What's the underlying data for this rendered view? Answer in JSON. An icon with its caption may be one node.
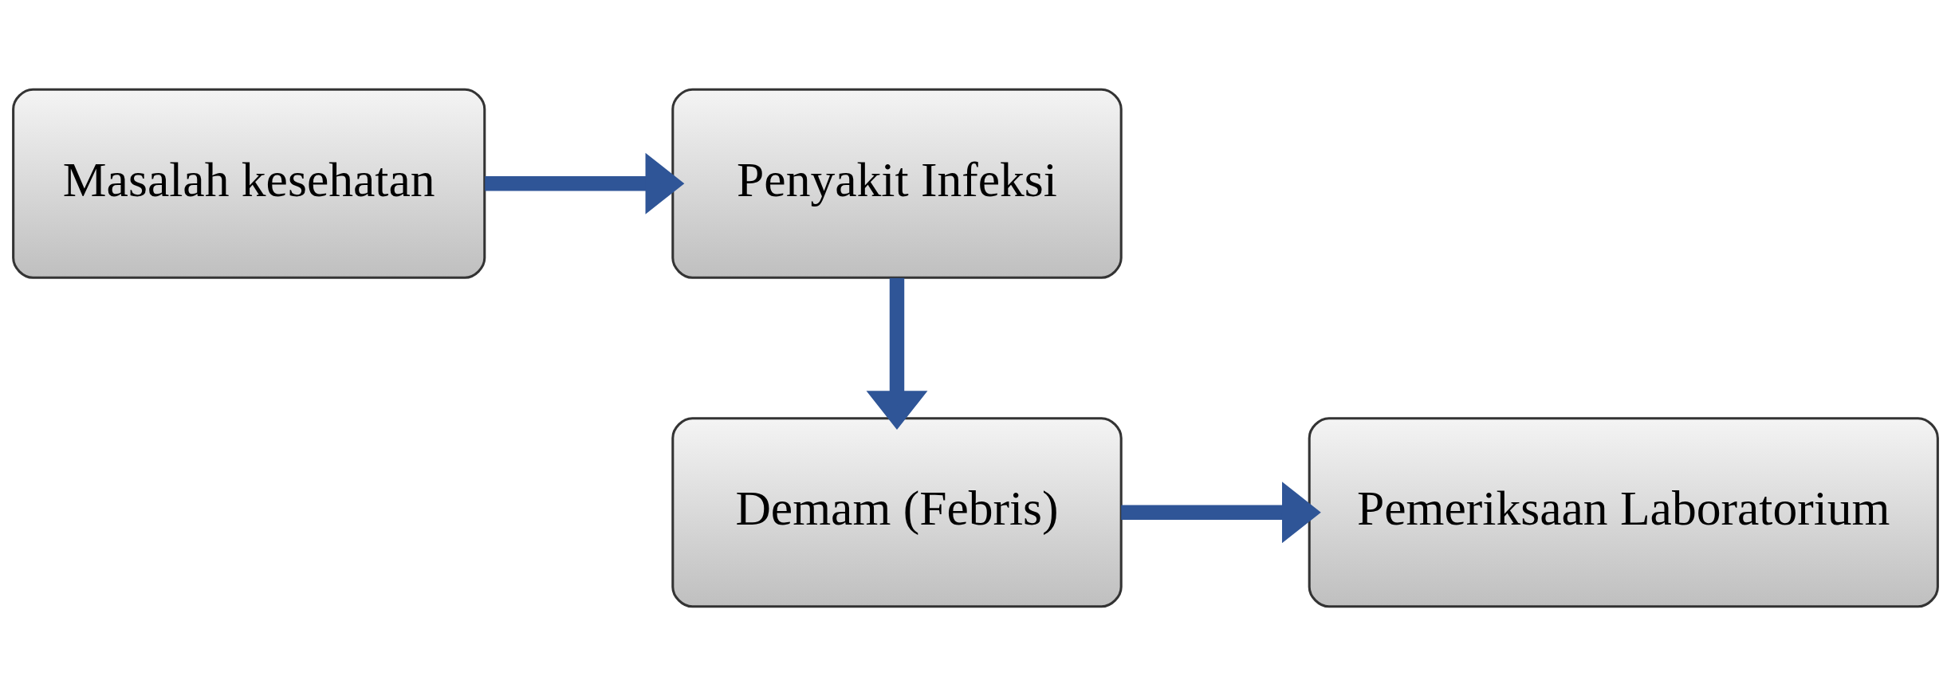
{
  "diagram": {
    "nodes": [
      {
        "text": [
          "Masalah kesehatan"
        ]
      },
      {
        "text": [
          "Penyakit Infeksi"
        ]
      },
      {
        "text": [
          "Demam (Febris)"
        ]
      },
      {
        "text": [
          "Pemeriksaan Laboratorium"
        ]
      }
    ],
    "edges": [
      {
        "from": 0,
        "to": 1,
        "arrow": "to"
      },
      {
        "from": 1,
        "to": 2,
        "arrow": "to"
      },
      {
        "from": 2,
        "to": 3,
        "arrow": "to"
      }
    ]
  }
}
